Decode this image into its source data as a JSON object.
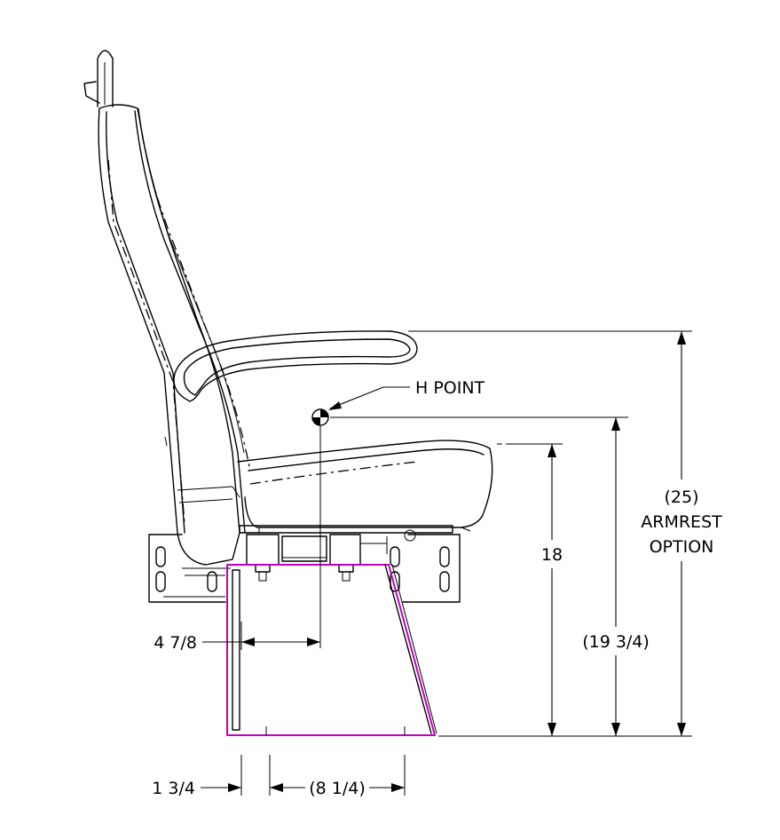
{
  "labels": {
    "h_point": "H POINT",
    "armrest_height": "(25)",
    "armrest_option_line1": "ARMREST",
    "armrest_option_line2": "OPTION",
    "seat_height": "18",
    "h_point_height": "(19 3/4)",
    "h_point_offset": "4 7/8",
    "front_offset": "1 3/4",
    "base_depth": "(8 1/4)"
  },
  "colors": {
    "outline": "#000000",
    "base_highlight": "#c000c0"
  }
}
